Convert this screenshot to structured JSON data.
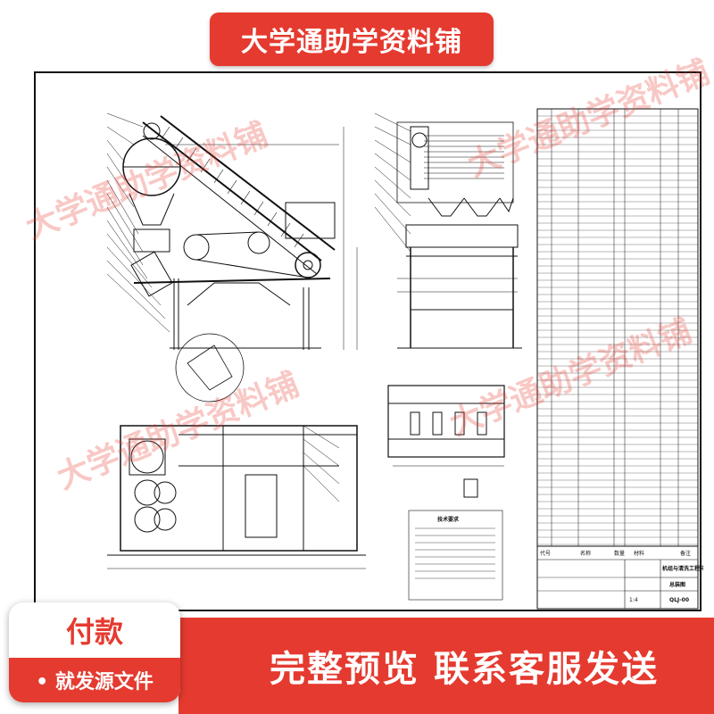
{
  "banner": {
    "title": "大学通助学资料铺"
  },
  "watermark": {
    "text": "大学通助学资料铺"
  },
  "drawing": {
    "notes_title": "技术要求",
    "title_block": {
      "name": "机组与清洗工程样图",
      "drawing_type": "总装图",
      "drawing_no": "QLJ-00",
      "scale": "1:4",
      "col_code": "代号",
      "col_name": "名称",
      "col_qty": "数量",
      "col_material": "材料",
      "col_note": "备注"
    }
  },
  "footer": {
    "pay_title": "付款",
    "pay_subtitle": "• 就发源文件",
    "cta": "完整预览  联系客服发送"
  },
  "colors": {
    "brand_red": "#e53a2f",
    "line": "#111111"
  }
}
